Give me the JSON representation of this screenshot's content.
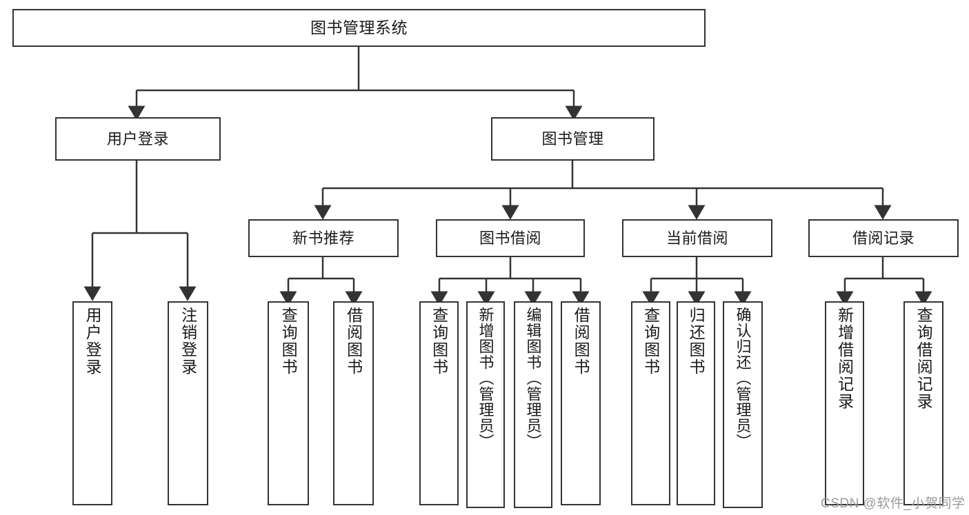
{
  "diagram": {
    "type": "tree",
    "title": "图书管理系统",
    "background_color": "#ffffff",
    "line_color": "#333333",
    "text_color": "#1a1a1a"
  },
  "nodes": {
    "root": {
      "label": "图书管理系统"
    },
    "level1": [
      {
        "label": "用户登录"
      },
      {
        "label": "图书管理"
      }
    ],
    "level2": [
      {
        "label": "新书推荐"
      },
      {
        "label": "图书借阅"
      },
      {
        "label": "当前借阅"
      },
      {
        "label": "借阅记录"
      }
    ],
    "leaves_user_login": [
      {
        "label": "用户登录"
      },
      {
        "label": "注销登录"
      }
    ],
    "leaves_new_book": [
      {
        "label": "查询图书"
      },
      {
        "label": "借阅图书"
      }
    ],
    "leaves_borrow": [
      {
        "label": "查询图书"
      },
      {
        "label": "新增图书（管理员）"
      },
      {
        "label": "编辑图书（管理员）"
      },
      {
        "label": "借阅图书"
      }
    ],
    "leaves_current": [
      {
        "label": "查询图书"
      },
      {
        "label": "归还图书"
      },
      {
        "label": "确认归还（管理员）"
      }
    ],
    "leaves_records": [
      {
        "label": "新增借阅记录"
      },
      {
        "label": "查询借阅记录"
      }
    ]
  },
  "watermark": {
    "text": "CSDN @软件_小贺同学"
  }
}
